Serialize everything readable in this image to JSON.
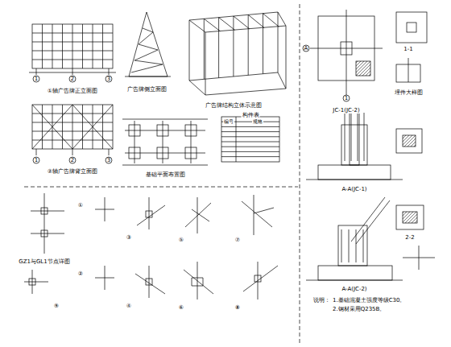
{
  "diagram": {
    "labels": [
      "①轴广告牌正立面图",
      "广告牌侧立面图",
      "广告牌结构立体示意图",
      "②轴广告牌背立面图",
      "基础平面布置图",
      "构件表",
      "JC-1(JC-2)",
      "A-A(JC-1)",
      "A-A(JC-2)",
      "埋件大样图",
      "1-1",
      "2-2",
      "说明：",
      "1.基础混凝土强度等级C30。",
      "2.钢材采用Q235B。",
      "1",
      "2",
      "3",
      "1",
      "2",
      "3",
      "A",
      "1",
      "①",
      "②",
      "③",
      "④",
      "⑤",
      "⑥",
      "⑦",
      "⑧",
      "⑨",
      "GZ1与GL1节点详图",
      "编号",
      "规格"
    ]
  }
}
